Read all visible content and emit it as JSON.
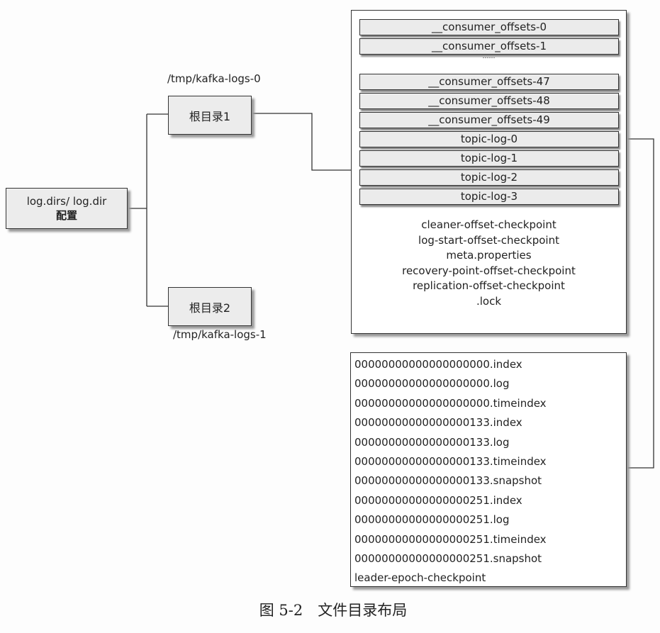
{
  "config_box": {
    "line1": "log.dirs/ log.dir",
    "line2": "配置"
  },
  "root1": {
    "label": "根目录1",
    "path": "/tmp/kafka-logs-0"
  },
  "root2": {
    "label": "根目录2",
    "path": "/tmp/kafka-logs-1"
  },
  "partitions_top": [
    "__consumer_offsets-0",
    "__consumer_offsets-1"
  ],
  "ellipsis": "……",
  "partitions_bottom": [
    "__consumer_offsets-47",
    "__consumer_offsets-48",
    "__consumer_offsets-49",
    "topic-log-0",
    "topic-log-1",
    "topic-log-2",
    "topic-log-3"
  ],
  "root_files": [
    "cleaner-offset-checkpoint",
    "log-start-offset-checkpoint",
    "meta.properties",
    "recovery-point-offset-checkpoint",
    "replication-offset-checkpoint",
    ".lock"
  ],
  "segment_files": [
    "00000000000000000000.index",
    "00000000000000000000.log",
    "00000000000000000000.timeindex",
    "00000000000000000133.index",
    "00000000000000000133.log",
    "00000000000000000133.timeindex",
    "00000000000000000133.snapshot",
    "00000000000000000251.index",
    "00000000000000000251.log",
    "00000000000000000251.timeindex",
    "00000000000000000251.snapshot",
    "leader-epoch-checkpoint"
  ],
  "caption": "图 5-2　文件目录布局"
}
